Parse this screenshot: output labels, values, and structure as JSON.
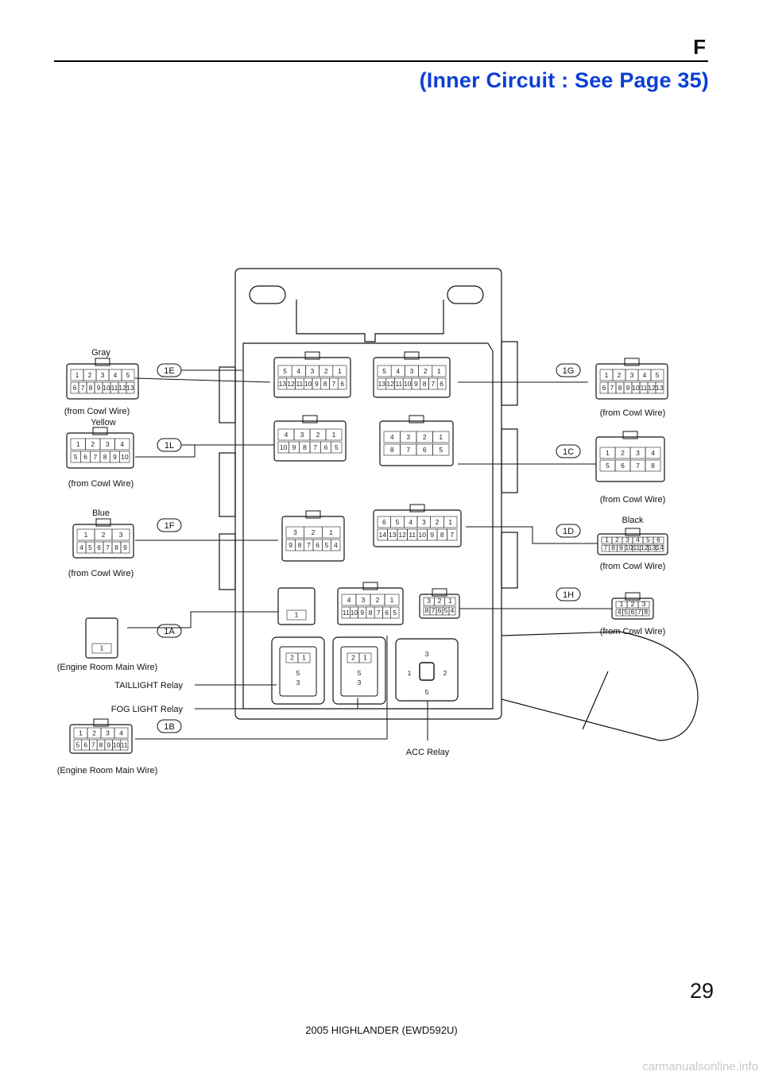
{
  "header": {
    "section": "F",
    "inner_circuit": "(Inner Circuit : See Page 35)"
  },
  "footer": {
    "page_number": "29",
    "model": "2005 HIGHLANDER (EWD592U)",
    "watermark": "carmanualsonline.info"
  },
  "connectors": {
    "c1E": {
      "code": "1E",
      "color": "Gray",
      "source": "(from Cowl Wire)",
      "top_pins": [
        "1",
        "2",
        "3",
        "4",
        "5"
      ],
      "bottom_pins": [
        "6",
        "7",
        "8",
        "9",
        "10",
        "11",
        "12",
        "13"
      ]
    },
    "c1L": {
      "code": "1L",
      "color": "Yellow",
      "source": "(from Cowl Wire)",
      "top_pins": [
        "1",
        "2",
        "3",
        "4"
      ],
      "bottom_pins": [
        "5",
        "6",
        "7",
        "8",
        "9",
        "10"
      ]
    },
    "c1F": {
      "code": "1F",
      "color": "Blue",
      "source": "(from Cowl Wire)",
      "top_pins": [
        "1",
        "2",
        "3"
      ],
      "bottom_pins": [
        "4",
        "5",
        "6",
        "7",
        "8",
        "9"
      ]
    },
    "c1A": {
      "code": "1A",
      "source": "(Engine Room Main Wire)",
      "pins": [
        "1"
      ]
    },
    "c1B": {
      "code": "1B",
      "source": "(Engine Room Main Wire)",
      "top_pins": [
        "1",
        "2",
        "3",
        "4"
      ],
      "bottom_pins": [
        "5",
        "6",
        "7",
        "8",
        "9",
        "10",
        "11"
      ]
    },
    "c1G": {
      "code": "1G",
      "source": "(from Cowl Wire)",
      "top_pins": [
        "1",
        "2",
        "3",
        "4",
        "5"
      ],
      "bottom_pins": [
        "6",
        "7",
        "8",
        "9",
        "10",
        "11",
        "12",
        "13"
      ]
    },
    "c1C": {
      "code": "1C",
      "source": "(from Cowl Wire)",
      "top_pins": [
        "1",
        "2",
        "3",
        "4"
      ],
      "bottom_pins": [
        "5",
        "6",
        "7",
        "8"
      ]
    },
    "c1D": {
      "code": "1D",
      "color": "Black",
      "source": "(from Cowl Wire)",
      "top_pins": [
        "1",
        "2",
        "3",
        "4",
        "5",
        "6"
      ],
      "bottom_pins": [
        "7",
        "8",
        "9",
        "10",
        "11",
        "12",
        "13",
        "14"
      ]
    },
    "c1H": {
      "code": "1H",
      "source": "(from Cowl Wire)",
      "top_pins": [
        "1",
        "2",
        "3"
      ],
      "bottom_pins": [
        "4",
        "5",
        "6",
        "7",
        "8"
      ]
    }
  },
  "block": {
    "j1E": {
      "top_pins": [
        "5",
        "4",
        "3",
        "2",
        "1"
      ],
      "bottom_pins": [
        "13",
        "12",
        "11",
        "10",
        "9",
        "8",
        "7",
        "6"
      ]
    },
    "j1G": {
      "top_pins": [
        "5",
        "4",
        "3",
        "2",
        "1"
      ],
      "bottom_pins": [
        "13",
        "12",
        "11",
        "10",
        "9",
        "8",
        "7",
        "6"
      ]
    },
    "j1L": {
      "top_pins": [
        "4",
        "3",
        "2",
        "1"
      ],
      "bottom_pins": [
        "10",
        "9",
        "8",
        "7",
        "6",
        "5"
      ]
    },
    "j1C": {
      "top_pins": [
        "4",
        "3",
        "2",
        "1"
      ],
      "bottom_pins": [
        "8",
        "7",
        "6",
        "5"
      ]
    },
    "j1F": {
      "top_pins": [
        "3",
        "2",
        "1"
      ],
      "bottom_pins": [
        "9",
        "8",
        "7",
        "6",
        "5",
        "4"
      ]
    },
    "j1D": {
      "top_pins": [
        "6",
        "5",
        "4",
        "3",
        "2",
        "1"
      ],
      "bottom_pins": [
        "14",
        "13",
        "12",
        "11",
        "10",
        "9",
        "8",
        "7"
      ]
    },
    "j1A": {
      "pins": [
        "1"
      ]
    },
    "j1B": {
      "top_pins": [
        "4",
        "3",
        "2",
        "1"
      ],
      "bottom_pins": [
        "11",
        "10",
        "9",
        "8",
        "7",
        "6",
        "5"
      ]
    },
    "j1H": {
      "top_pins": [
        "3",
        "2",
        "1"
      ],
      "bottom_pins": [
        "8",
        "7",
        "6",
        "5",
        "4"
      ]
    },
    "relay_small": {
      "pins": [
        "2",
        "1",
        "5",
        "3"
      ]
    },
    "relay_acc": {
      "pins": [
        "3",
        "1",
        "2",
        "5"
      ]
    }
  },
  "relays": {
    "taillight": "TAILLIGHT Relay",
    "fog": "FOG LIGHT Relay",
    "acc": "ACC Relay"
  }
}
